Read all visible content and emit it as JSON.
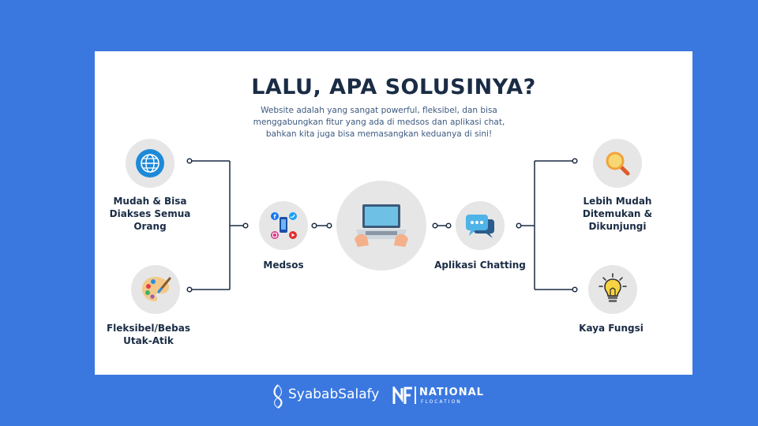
{
  "header": {
    "title": "LALU, APA SOLUSINYA?",
    "subtitle": "Website adalah yang sangat powerful, fleksibel, dan bisa menggabungkan fitur yang ada di medsos dan aplikasi chat, bahkan kita juga bisa memasangkan keduanya di sini!"
  },
  "nodes": {
    "mudah": "Mudah & Bisa Diakses Semua Orang",
    "fleksibel": "Fleksibel/Bebas Utak-Atik",
    "medsos": "Medsos",
    "chatting": "Aplikasi Chatting",
    "lebih_mudah": "Lebih Mudah Ditemukan & Dikunjungi",
    "kaya": "Kaya Fungsi"
  },
  "footer": {
    "brand1": "SyababSalafy",
    "brand2": "NATIONAL",
    "brand2_sub": "FLOCATION"
  },
  "colors": {
    "background": "#3a78e0",
    "card": "#ffffff",
    "title": "#1a2c45",
    "connector": "#1a2c45",
    "node": "#e6e6e6"
  }
}
